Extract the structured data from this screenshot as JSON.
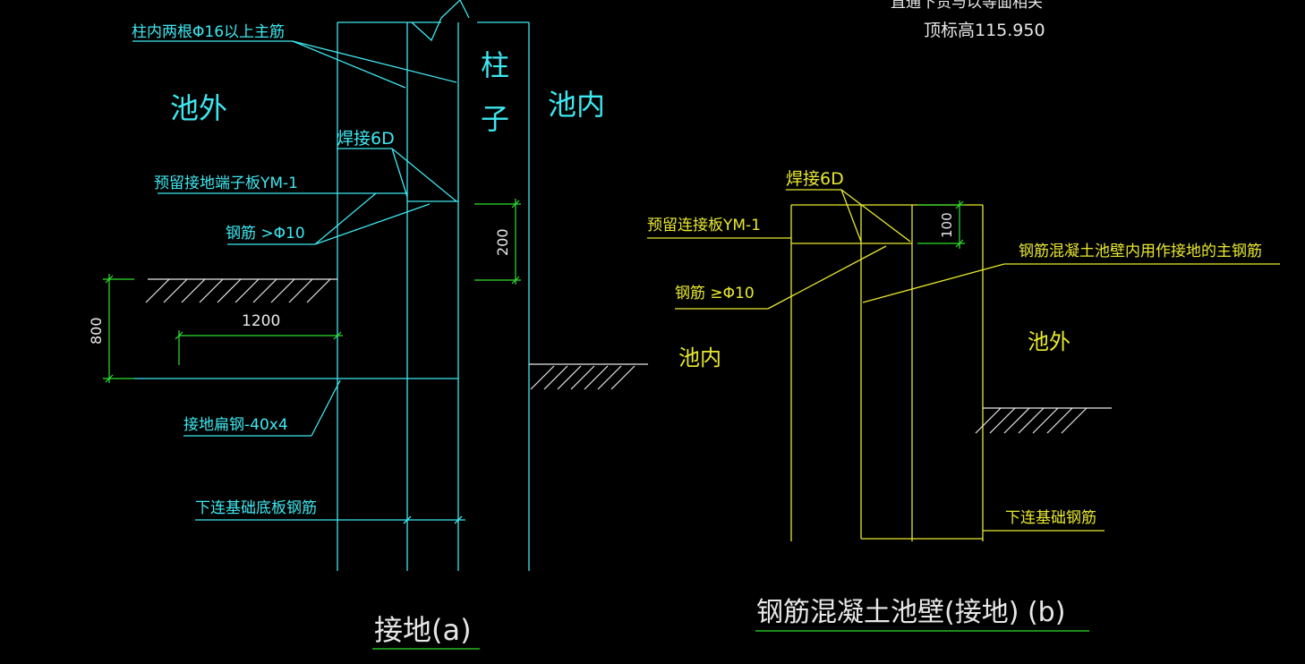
{
  "header": {
    "top_note_partial": "直通下贯与以等面相关",
    "top_elevation": "顶标高115.950"
  },
  "detail_a": {
    "title": "接地(a)",
    "outside_label": "池外",
    "inside_label": "池内",
    "column_label": "柱子",
    "main_rebar_note": "柱内两根Φ16以上主筋",
    "weld_note": "焊接6D",
    "terminal_plate_note": "预留接地端子板YM-1",
    "rebar_note": "钢筋 >Φ10",
    "flat_steel_note": "接地扁钢-40x4",
    "foundation_note": "下连基础底板钢筋",
    "dim_200": "200",
    "dim_800": "800",
    "dim_1200": "1200"
  },
  "detail_b": {
    "title": "钢筋混凝土池壁(接地) (b)",
    "weld_note": "焊接6D",
    "plate_note": "预留连接板YM-1",
    "rebar_note": "钢筋 ≥Φ10",
    "main_rebar_note": "钢筋混凝土池壁内用作接地的主钢筋",
    "inside_label": "池内",
    "outside_label": "池外",
    "foundation_note": "下连基础钢筋",
    "dim_100": "100"
  }
}
